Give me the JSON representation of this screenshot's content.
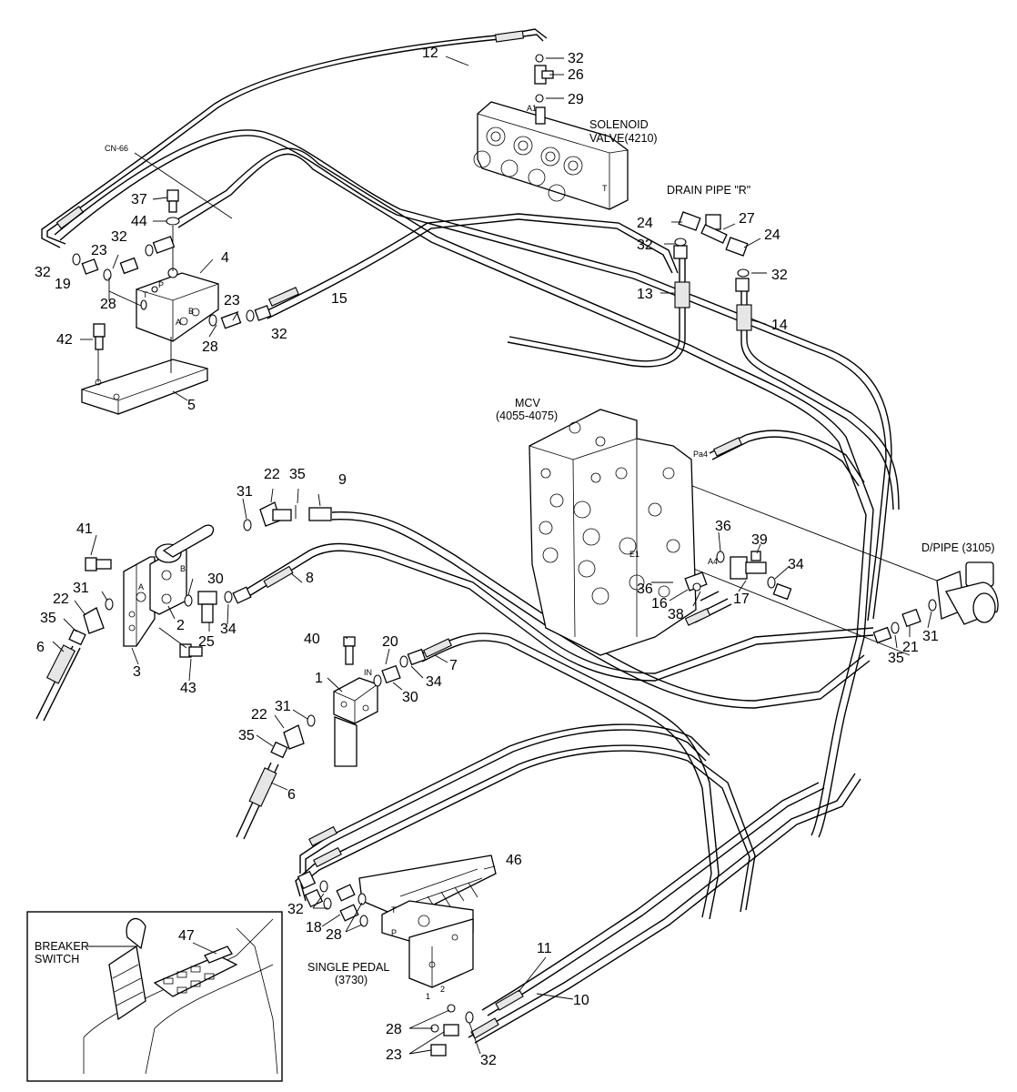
{
  "diagram": {
    "part_labels": {
      "p1": "1",
      "p2": "2",
      "p3": "3",
      "p4": "4",
      "p5": "5",
      "p6a": "6",
      "p6b": "6",
      "p7": "7",
      "p8": "8",
      "p9": "9",
      "p10": "10",
      "p11": "11",
      "p12": "12",
      "p13": "13",
      "p14": "14",
      "p15": "15",
      "p16": "16",
      "p17": "17",
      "p18": "18",
      "p19": "19",
      "p20": "20",
      "p21": "21",
      "p22a": "22",
      "p22b": "22",
      "p22c": "22",
      "p23a": "23",
      "p23b": "23",
      "p23c": "23",
      "p24a": "24",
      "p24b": "24",
      "p25": "25",
      "p26": "26",
      "p27": "27",
      "p28a": "28",
      "p28b": "28",
      "p28c": "28",
      "p28d": "28",
      "p29": "29",
      "p30a": "30",
      "p30b": "30",
      "p31a": "31",
      "p31b": "31",
      "p31c": "31",
      "p31d": "31",
      "p32a": "32",
      "p32b": "32",
      "p32c": "32",
      "p32d": "32",
      "p32e": "32",
      "p32f": "32",
      "p32g": "32",
      "p32h": "32",
      "p34a": "34",
      "p34b": "34",
      "p34c": "34",
      "p35a": "35",
      "p35b": "35",
      "p35c": "35",
      "p35d": "35",
      "p36a": "36",
      "p36b": "36",
      "p37": "37",
      "p38": "38",
      "p39": "39",
      "p40": "40",
      "p41": "41",
      "p42": "42",
      "p43": "43",
      "p44": "44",
      "p46": "46",
      "p47": "47"
    },
    "text_labels": {
      "solenoid_valve_l1": "SOLENOID",
      "solenoid_valve_l2": "VALVE(4210)",
      "drain_pipe": "DRAIN PIPE \"R\"",
      "mcv_l1": "MCV",
      "mcv_l2": "(4055-4075)",
      "d_pipe": "D/PIPE (3105)",
      "breaker_switch_l1": "BREAKER",
      "breaker_switch_l2": "SWITCH",
      "single_pedal_l1": "SINGLE PEDAL",
      "single_pedal_l2": "(3730)",
      "connector": "CN-66"
    },
    "port_marks": {
      "a1": "A1",
      "t_port": "T",
      "p_port": "P",
      "a_port": "A",
      "b_port": "B",
      "t_sol": "T",
      "pa4": "Pa4",
      "a4": "A4",
      "e1": "E1",
      "in_port": "IN",
      "bracket_a": "A",
      "bracket_b": "B",
      "pedal_t": "T",
      "pedal_p": "P",
      "pedal_1": "1",
      "pedal_2": "2"
    }
  }
}
